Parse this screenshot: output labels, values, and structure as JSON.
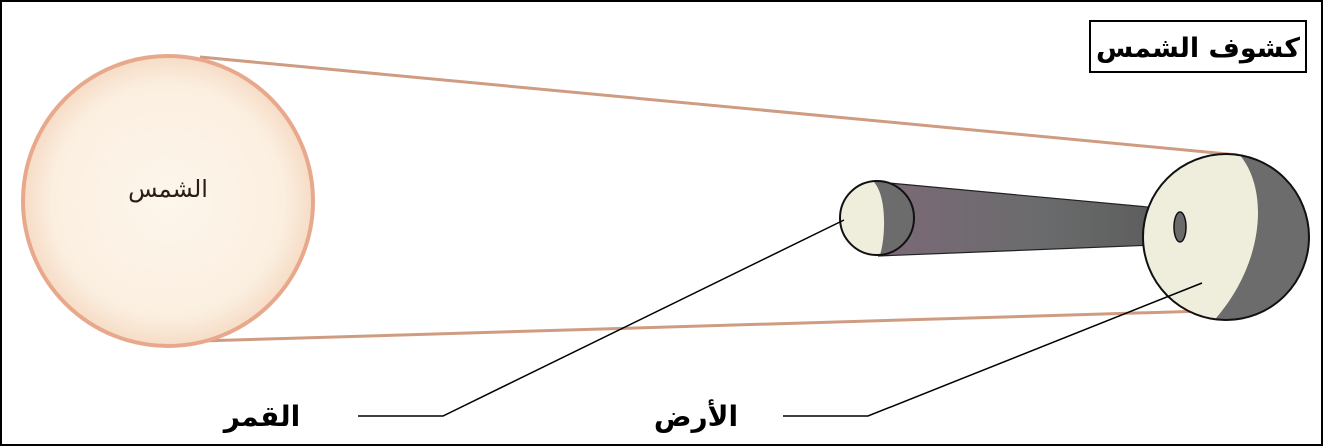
{
  "diagram": {
    "title": "كشوف الشمس",
    "sun_label": "الشمس",
    "moon_label": "القمر",
    "earth_label": "الأرض",
    "colors": {
      "sun_fill": "#fbeedd",
      "sun_outline": "#e8a88c",
      "ray_line": "#cf9c82",
      "earth_light": "#efeedd",
      "shadow": "#6c6c6c",
      "frame": "#000000"
    }
  }
}
